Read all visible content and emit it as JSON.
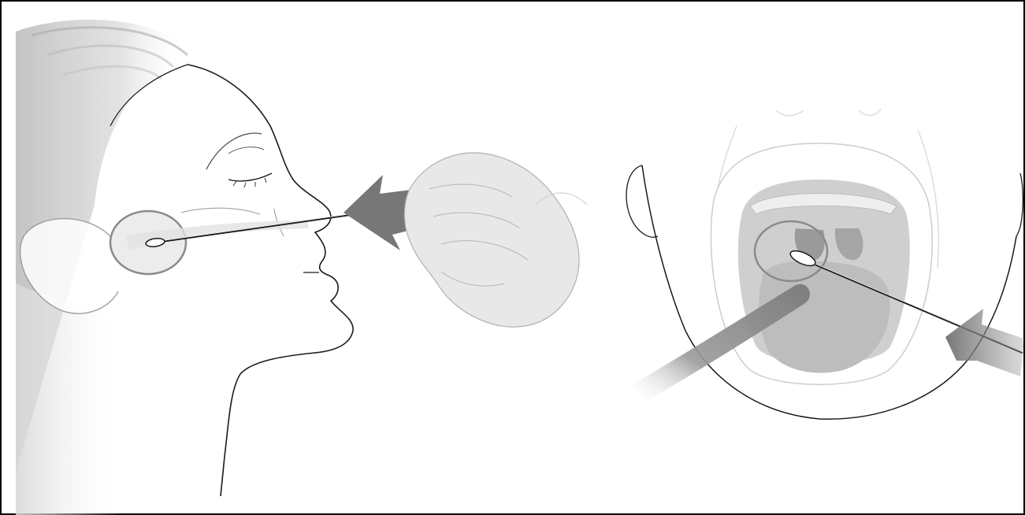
{
  "figure": {
    "panels": [
      {
        "id": "nasopharyngeal",
        "swab_target": "nasopharynx"
      },
      {
        "id": "oropharyngeal",
        "swab_target": "posterior-pharynx"
      }
    ],
    "colors": {
      "line": "#1a1a1a",
      "arrow": "#7a7a7a",
      "highlight-ring": "#8a8a8a",
      "hand-fill": "#e6e6e6",
      "mouth-fill": "#cfcfcf",
      "tongue-fill": "#bdbdbd"
    }
  }
}
